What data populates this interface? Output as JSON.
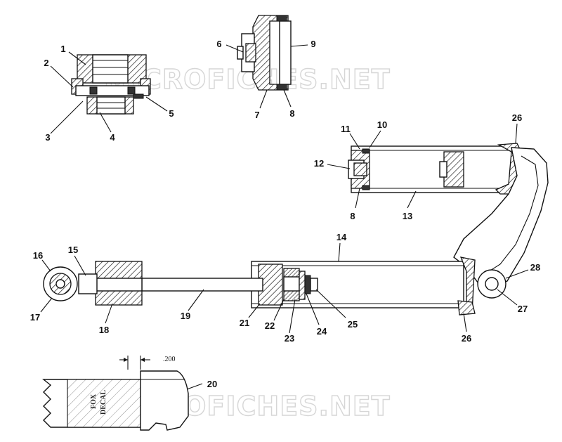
{
  "watermark": {
    "text": "MICROFICHES.NET"
  },
  "dimension_label": ".200",
  "decal_text": {
    "line1": "FOX",
    "line2": "DECAL"
  },
  "callouts": [
    {
      "id": "c1",
      "label": "1"
    },
    {
      "id": "c2",
      "label": "2"
    },
    {
      "id": "c3",
      "label": "3"
    },
    {
      "id": "c4",
      "label": "4"
    },
    {
      "id": "c5",
      "label": "5"
    },
    {
      "id": "c6",
      "label": "6"
    },
    {
      "id": "c7",
      "label": "7"
    },
    {
      "id": "c8a",
      "label": "8"
    },
    {
      "id": "c9",
      "label": "9"
    },
    {
      "id": "c10",
      "label": "10"
    },
    {
      "id": "c11",
      "label": "11"
    },
    {
      "id": "c12",
      "label": "12"
    },
    {
      "id": "c8b",
      "label": "8"
    },
    {
      "id": "c13",
      "label": "13"
    },
    {
      "id": "c26a",
      "label": "26"
    },
    {
      "id": "c14",
      "label": "14"
    },
    {
      "id": "c15",
      "label": "15"
    },
    {
      "id": "c16",
      "label": "16"
    },
    {
      "id": "c17",
      "label": "17"
    },
    {
      "id": "c18",
      "label": "18"
    },
    {
      "id": "c19",
      "label": "19"
    },
    {
      "id": "c21",
      "label": "21"
    },
    {
      "id": "c22",
      "label": "22"
    },
    {
      "id": "c23",
      "label": "23"
    },
    {
      "id": "c24",
      "label": "24"
    },
    {
      "id": "c25",
      "label": "25"
    },
    {
      "id": "c26b",
      "label": "26"
    },
    {
      "id": "c27",
      "label": "27"
    },
    {
      "id": "c28",
      "label": "28"
    },
    {
      "id": "c20",
      "label": "20"
    }
  ]
}
